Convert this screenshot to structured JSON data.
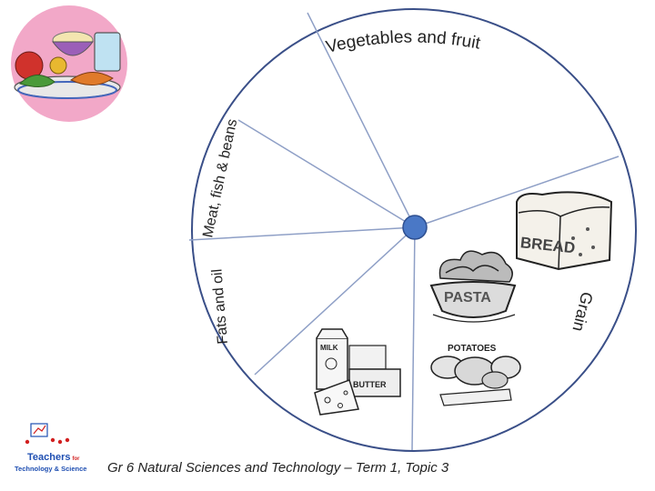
{
  "wheel": {
    "segments": {
      "vegetables_fruit": "Vegetables and fruit",
      "meat_fish_beans": "Meat, fish & beans",
      "fats_oils": "Fats and oils",
      "grain": "Grain"
    }
  },
  "food_labels": {
    "bread": "BREAD",
    "pasta": "PASTA",
    "potatoes": "POTATOES",
    "milk": "MILK",
    "butter": "BUTTER"
  },
  "logo": {
    "line1": "Teachers",
    "line1_small": "for",
    "line2": "Technology & Science"
  },
  "footer": "Gr 6 Natural Sciences and Technology – Term 1, Topic 3",
  "colors": {
    "wheel_outline": "#3a4f88",
    "divider": "#8e9fc6",
    "hub": "#4a78c6",
    "plate_circle": "#f2a8c8",
    "logo_blue": "#1f4fb2",
    "logo_red": "#d22020"
  }
}
